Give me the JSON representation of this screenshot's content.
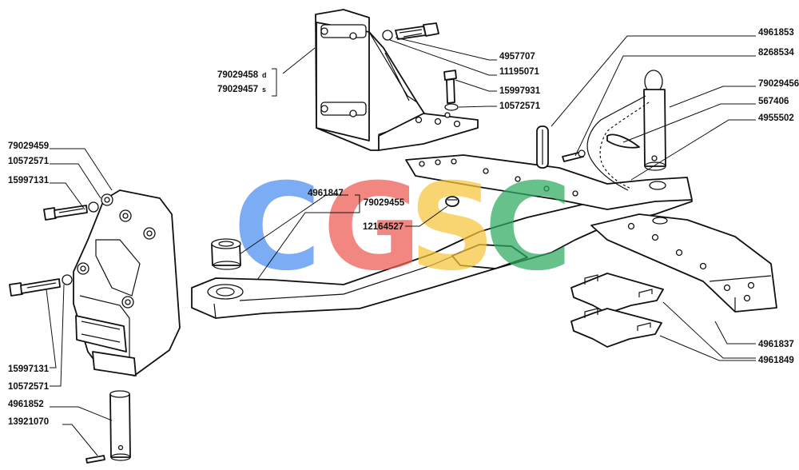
{
  "watermark": {
    "letters": [
      "C",
      "G",
      "S",
      "C"
    ],
    "colors": [
      "#4a8ef0",
      "#ee5a52",
      "#f7c63b",
      "#2eaa5e"
    ]
  },
  "side_marks": {
    "right": "d",
    "left": "s"
  },
  "part_numbers": {
    "p4961853": "4961853",
    "p8268534": "8268534",
    "p79029456": "79029456",
    "p567406": "567406",
    "p4955502": "4955502",
    "p4957707": "4957707",
    "p11195071": "11195071",
    "p15997931": "15997931",
    "p10572571_top": "10572571",
    "p79029458": "79029458",
    "p79029457": "79029457",
    "p79029459": "79029459",
    "p10572571_a": "10572571",
    "p15997131_a": "15997131",
    "p4961847": "4961847",
    "p79029455": "79029455",
    "p12164527": "12164527",
    "p15997131_b": "15997131",
    "p10572571_b": "10572571",
    "p4961852": "4961852",
    "p13921070": "13921070",
    "p4961837": "4961837",
    "p4961849": "4961849"
  }
}
